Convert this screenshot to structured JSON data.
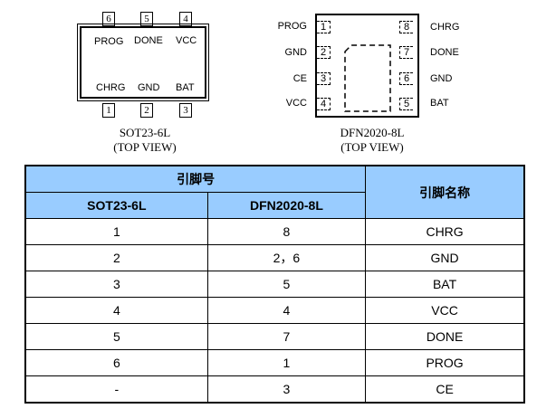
{
  "sot23": {
    "caption": "SOT23-6L",
    "view": "(TOP VIEW)",
    "top_pins": [
      {
        "num": "6",
        "name": "PROG"
      },
      {
        "num": "5",
        "name": "DONE"
      },
      {
        "num": "4",
        "name": "VCC"
      }
    ],
    "bottom_pins": [
      {
        "num": "1",
        "name": "CHRG"
      },
      {
        "num": "2",
        "name": "GND"
      },
      {
        "num": "3",
        "name": "BAT"
      }
    ]
  },
  "dfn": {
    "caption": "DFN2020-8L",
    "view": "(TOP VIEW)",
    "left_pins": [
      {
        "num": "1",
        "name": "PROG"
      },
      {
        "num": "2",
        "name": "GND"
      },
      {
        "num": "3",
        "name": "CE"
      },
      {
        "num": "4",
        "name": "VCC"
      }
    ],
    "right_pins": [
      {
        "num": "8",
        "name": "CHRG"
      },
      {
        "num": "7",
        "name": "DONE"
      },
      {
        "num": "6",
        "name": "GND"
      },
      {
        "num": "5",
        "name": "BAT"
      }
    ]
  },
  "table": {
    "header_group": "引脚号",
    "col1": "SOT23-6L",
    "col2": "DFN2020-8L",
    "col3": "引脚名称",
    "rows": [
      [
        "1",
        "8",
        "CHRG"
      ],
      [
        "2",
        "2，6",
        "GND"
      ],
      [
        "3",
        "5",
        "BAT"
      ],
      [
        "4",
        "4",
        "VCC"
      ],
      [
        "5",
        "7",
        "DONE"
      ],
      [
        "6",
        "1",
        "PROG"
      ],
      [
        "-",
        "3",
        "CE"
      ]
    ]
  }
}
